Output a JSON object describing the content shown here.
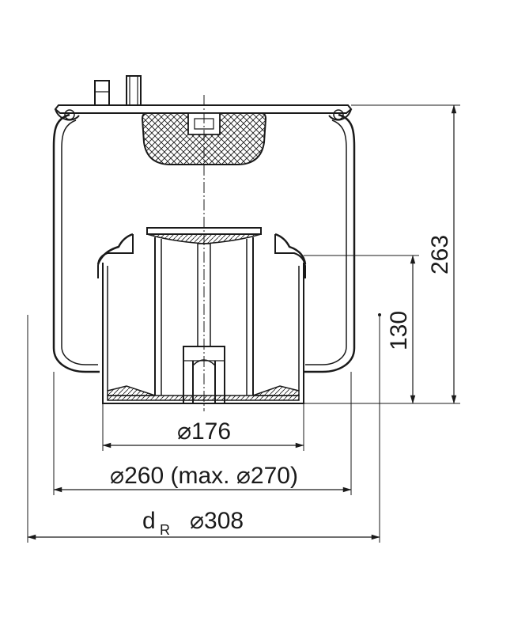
{
  "dimensions": {
    "height_total": "263",
    "height_piston": "130",
    "d_piston": "⌀176",
    "d_bellow": "⌀260 (max. ⌀270)",
    "d_r_label": "d",
    "d_r_sub": "R",
    "d_r_value": "⌀308"
  },
  "colors": {
    "line": "#1a1a1a",
    "background": "#ffffff",
    "hatch": "#1a1a1a"
  }
}
